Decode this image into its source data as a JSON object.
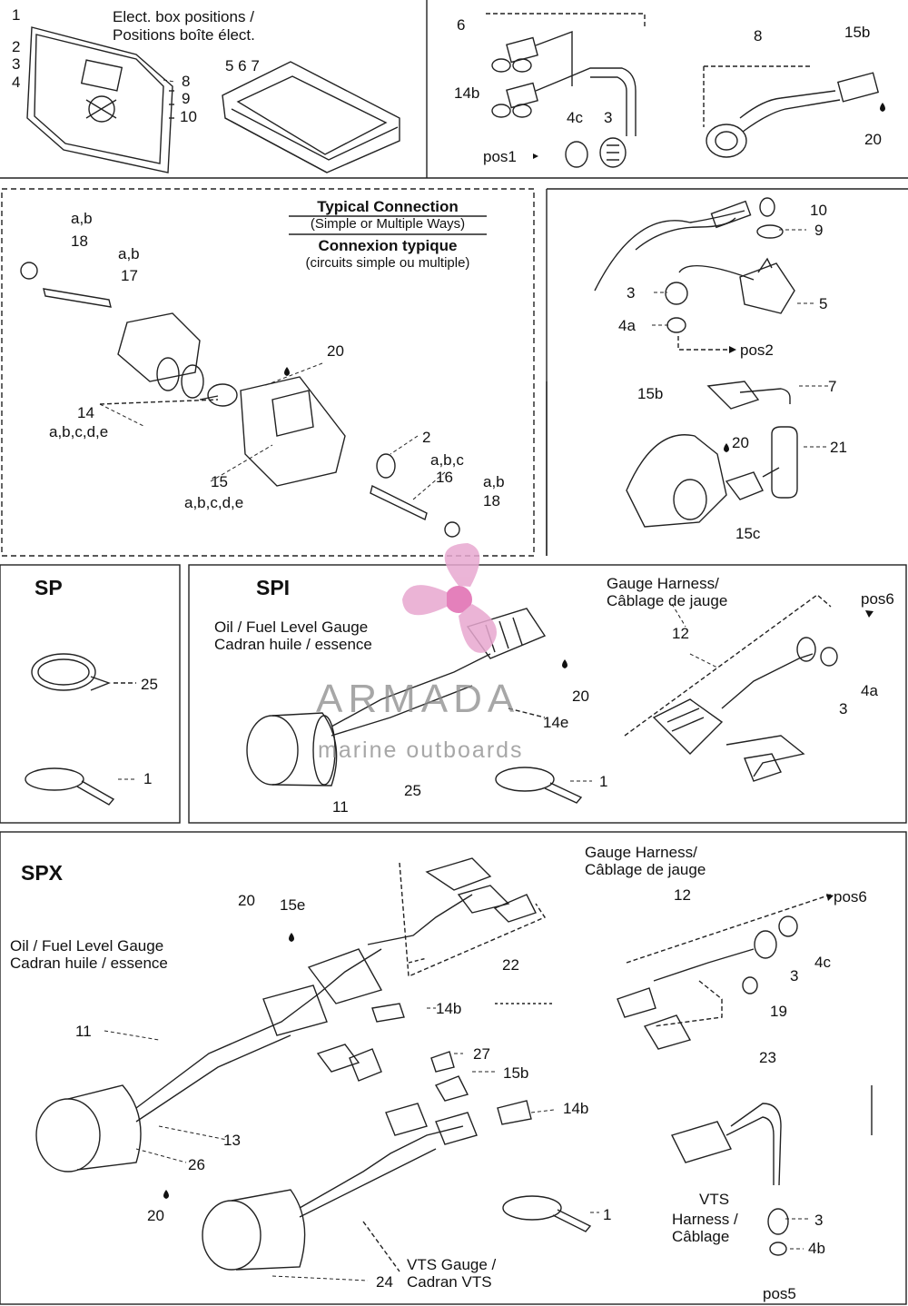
{
  "watermark": {
    "brand": "ARMADA",
    "tagline": "marine outboards",
    "logo_color": "#e29ac7",
    "text_color": "#8a8a8a"
  },
  "sections": {
    "elect_box": {
      "title_1": "Elect. box positions /",
      "title_2": "Positions boîte élect."
    },
    "typical": {
      "title_1": "Typical Connection",
      "sub_1": "(Simple or Multiple Ways)",
      "title_2": "Connexion typique",
      "sub_2": "(circuits simple ou multiple)"
    },
    "sp": {
      "title": "SP"
    },
    "spi": {
      "title": "SPI",
      "gauge_1": "Oil / Fuel Level Gauge",
      "gauge_2": "Cadran huile / essence",
      "harness_1": "Gauge Harness/",
      "harness_2": "Câblage de jauge"
    },
    "spx": {
      "title": "SPX",
      "gauge_1": "Oil / Fuel Level Gauge",
      "gauge_2": "Cadran huile / essence",
      "harness_1": "Gauge Harness/",
      "harness_2": "Câblage de jauge",
      "vts_gauge_1": "VTS Gauge /",
      "vts_gauge_2": "Cadran VTS",
      "vts_harness_1": "VTS",
      "vts_harness_2": "Harness /",
      "vts_harness_3": "Câblage"
    }
  },
  "labels": {
    "eb1": "1",
    "eb2": "2",
    "eb3": "3",
    "eb4": "4",
    "eb8": "8",
    "eb9": "9",
    "eb10": "10",
    "eb567": "5 6 7",
    "p6": "6",
    "p14b": "14b",
    "p4c": "4c",
    "p3a": "3",
    "pos1": "pos1",
    "p8": "8",
    "p15b": "15b",
    "p20a": "20",
    "t_ab1": "a,b",
    "t18a": "18",
    "t_ab2": "a,b",
    "t17": "17",
    "t20": "20",
    "t14": "14",
    "t14s": "a,b,c,d,e",
    "t2": "2",
    "t_abc": "a,b,c",
    "t16": "16",
    "t_ab3": "a,b",
    "t18b": "18",
    "t15": "15",
    "t15s": "a,b,c,d,e",
    "r10": "10",
    "r9": "9",
    "r3": "3",
    "r5": "5",
    "r4a": "4a",
    "rpos2": "pos2",
    "r15b": "15b",
    "r7": "7",
    "r20": "20",
    "r21": "21",
    "r15c": "15c",
    "sp25": "25",
    "sp1": "1",
    "spi_pos6": "pos6",
    "spi12": "12",
    "spi20": "20",
    "spi14e": "14e",
    "spi4a": "4a",
    "spi3": "3",
    "spi25": "25",
    "spi11": "11",
    "spi1": "1",
    "x20": "20",
    "x15e": "15e",
    "x22": "22",
    "x14b": "14b",
    "x27": "27",
    "x15b": "15b",
    "x14b2": "14b",
    "x11": "11",
    "x13": "13",
    "x26": "26",
    "x20b": "20",
    "x24": "24",
    "x1": "1",
    "x12": "12",
    "xpos6": "pos6",
    "x4c": "4c",
    "x3": "3",
    "x19": "19",
    "x23": "23",
    "x3b": "3",
    "x4b": "4b",
    "xpos5": "pos5"
  }
}
